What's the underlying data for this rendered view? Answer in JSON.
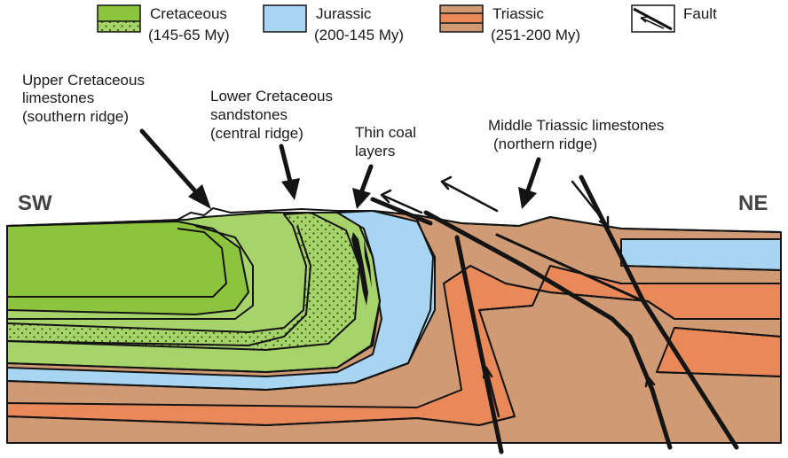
{
  "colors": {
    "cretaceous_upper": "#8cc43e",
    "cretaceous_lower": "#a6d36a",
    "cretaceous_dots": "#2f5e10",
    "jurassic": "#a7d5f2",
    "triassic_light": "#cf9a74",
    "triassic_dark": "#e9895a",
    "line": "#141414"
  },
  "legend": [
    {
      "name": "Cretaceous",
      "range": "(145-65 My)",
      "swatch": "cretaceous"
    },
    {
      "name": "Jurassic",
      "range": "(200-145 My)",
      "swatch": "jurassic"
    },
    {
      "name": "Triassic",
      "range": "(251-200 My)",
      "swatch": "triassic"
    },
    {
      "name": "Fault",
      "range": "",
      "swatch": "fault"
    }
  ],
  "labels": {
    "upper_cretaceous": [
      "Upper Cretaceous",
      "limestones",
      "(southern ridge)"
    ],
    "lower_cretaceous": [
      "Lower Cretaceous",
      "sandstones",
      "(central ridge)"
    ],
    "coal": [
      "Thin coal",
      "layers"
    ],
    "middle_triassic": [
      "Middle Triassic limestones",
      "(northern ridge)"
    ]
  },
  "directions": {
    "left": "SW",
    "right": "NE"
  }
}
